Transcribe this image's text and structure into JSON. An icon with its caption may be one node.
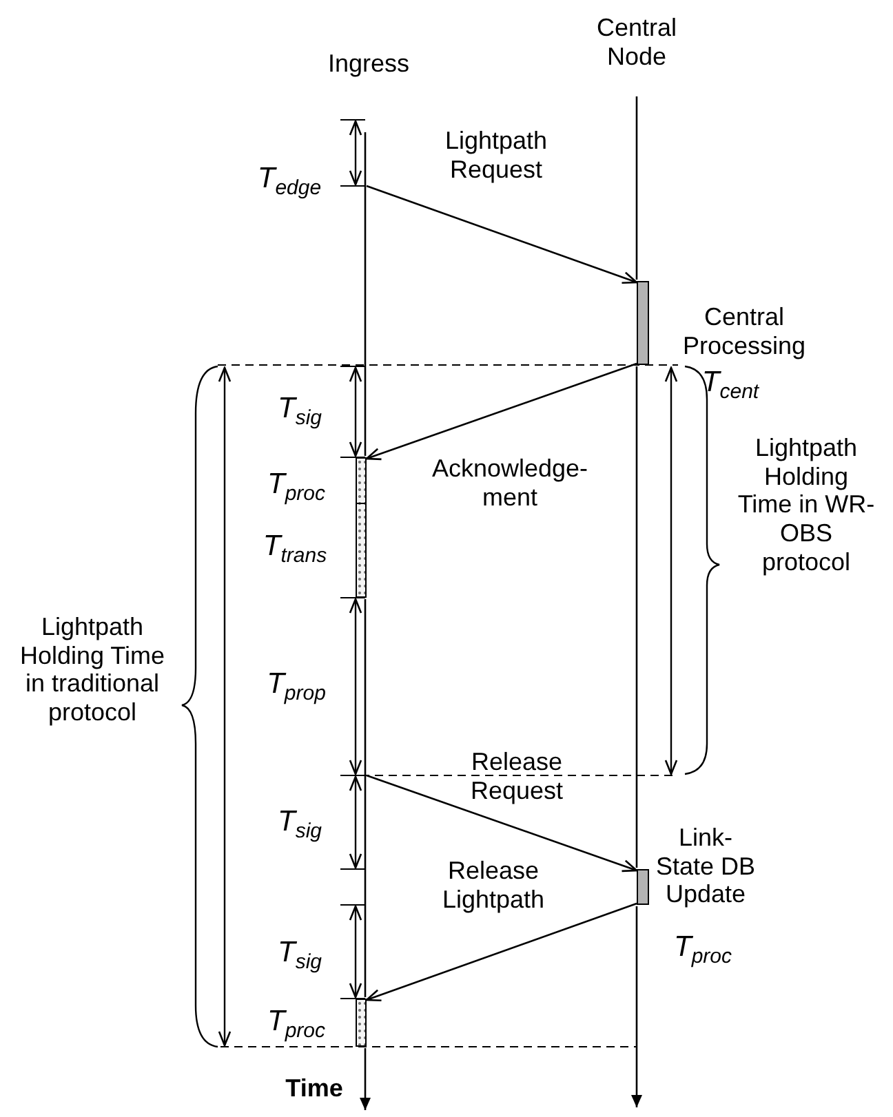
{
  "diagram": {
    "nodes": [
      {
        "text": [
          "Ingress"
        ]
      },
      {
        "text": [
          "Central Node"
        ]
      },
      {
        "text": [],
        "shape": "bar",
        "beside": [
          "Central Processing",
          "T$_{cent}$"
        ]
      },
      {
        "text": [],
        "shape": "bar"
      },
      {
        "text": [],
        "shape": "bar",
        "beside": [
          "Link-State DB Update",
          "T$_{proc}$"
        ]
      },
      {
        "text": [],
        "shape": "bar"
      }
    ],
    "edges": [
      {
        "from": null,
        "to": 2,
        "arrow": "to",
        "label": "Lightpath Request"
      },
      {
        "from": 2,
        "to": 3,
        "arrow": "to",
        "label": "Acknowledge- ment"
      },
      {
        "from": null,
        "to": 4,
        "arrow": "to",
        "label": "Release Request"
      },
      {
        "from": 4,
        "to": 5,
        "arrow": "to",
        "label": "Release Lightpath"
      }
    ],
    "labels": [
      "T$_{edge}$",
      "T$_{sig}$",
      "T$_{proc}$",
      "T$_{trans}$",
      "Lightpath Holding Time in WR-OBS protocol",
      "Lightpath Holding Time in traditional protocol",
      "T$_{prop}$",
      "T$_{sig}$",
      "T$_{sig}$",
      "T$_{proc}$",
      "Time"
    ]
  }
}
